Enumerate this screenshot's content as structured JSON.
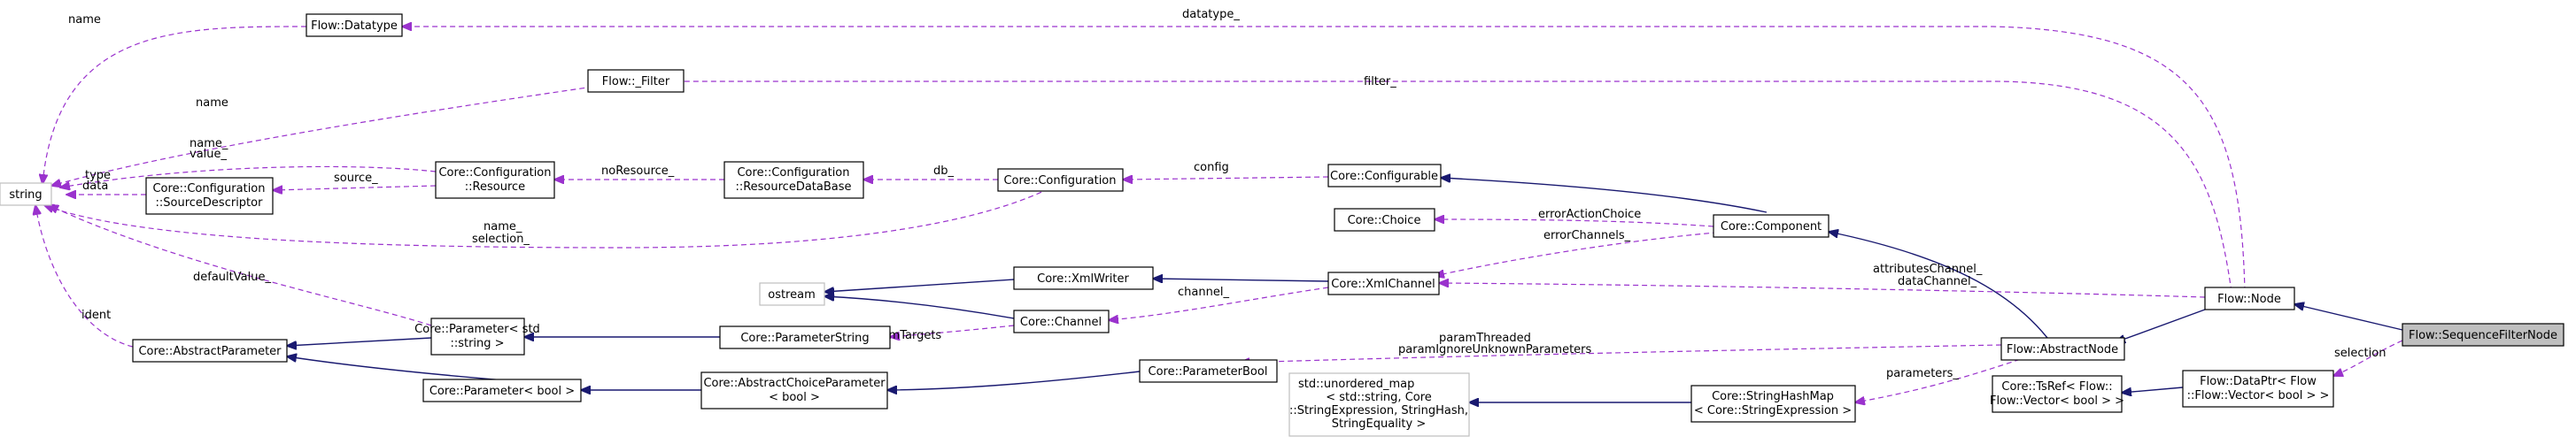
{
  "nodes": {
    "string": "string",
    "flow_datatype": "Flow::Datatype",
    "flow_filter": "Flow::_Filter",
    "conf_resource": [
      "Core::Configuration",
      "::Resource"
    ],
    "conf_sourcedescriptor": [
      "Core::Configuration",
      "::SourceDescriptor"
    ],
    "conf_resourcedatabase": [
      "Core::Configuration",
      "::ResourceDataBase"
    ],
    "configuration": "Core::Configuration",
    "configurable": "Core::Configurable",
    "choice": "Core::Choice",
    "component": "Core::Component",
    "ostream": "ostream",
    "xmlwriter": "Core::XmlWriter",
    "xmlchannel": "Core::XmlChannel",
    "channel": "Core::Channel",
    "flow_node": "Flow::Node",
    "seq_filter_node": "Flow::SequenceFilterNode",
    "abstract_parameter": "Core::AbstractParameter",
    "param_string_tpl": [
      "Core::Parameter< std",
      "::string >"
    ],
    "parameter_string": "Core::ParameterString",
    "param_bool_tpl": "Core::Parameter< bool >",
    "abstract_choice_param": [
      "Core::AbstractChoiceParameter",
      "< bool >"
    ],
    "parameter_bool": "Core::ParameterBool",
    "abstract_node": "Flow::AbstractNode",
    "dataptr": [
      "Flow::DataPtr< Flow",
      "::Flow::Vector< bool > >"
    ],
    "tsref": [
      "Core::TsRef< Flow::",
      "Flow::Vector< bool > >"
    ],
    "unordered_map": [
      "std::unordered_map",
      "< std::string, Core",
      "::StringExpression, StringHash,",
      "StringEquality >"
    ],
    "stringhashmap": [
      "Core::StringHashMap",
      "< Core::StringExpression >"
    ]
  },
  "edge_labels": {
    "name_top": "name",
    "datatype": "datatype_",
    "name_filter": "name",
    "filter": "filter_",
    "name_value": [
      "name_",
      "value_"
    ],
    "type_data": [
      "type",
      "data"
    ],
    "source": "source_",
    "no_resource": "noResource_",
    "db": "db_",
    "config": "config",
    "name_selection": [
      "name_",
      "selection_"
    ],
    "default_value": "defaultValue_",
    "ident": "ident",
    "error_action_choice": "errorActionChoice",
    "error_channels": "errorChannels_",
    "attributes_channel": [
      "attributesChannel_",
      "dataChannel_"
    ],
    "channel": "channel_",
    "param_targets": "paramTargets",
    "param_threaded": [
      "paramThreaded",
      "paramIgnoreUnknownParameters"
    ],
    "parameters": "parameters_",
    "selection": "selection"
  },
  "colors": {
    "inheritance_edge": "#191970",
    "usage_edge": "#9a32cd",
    "highlight_node": "#bfbfbf"
  }
}
